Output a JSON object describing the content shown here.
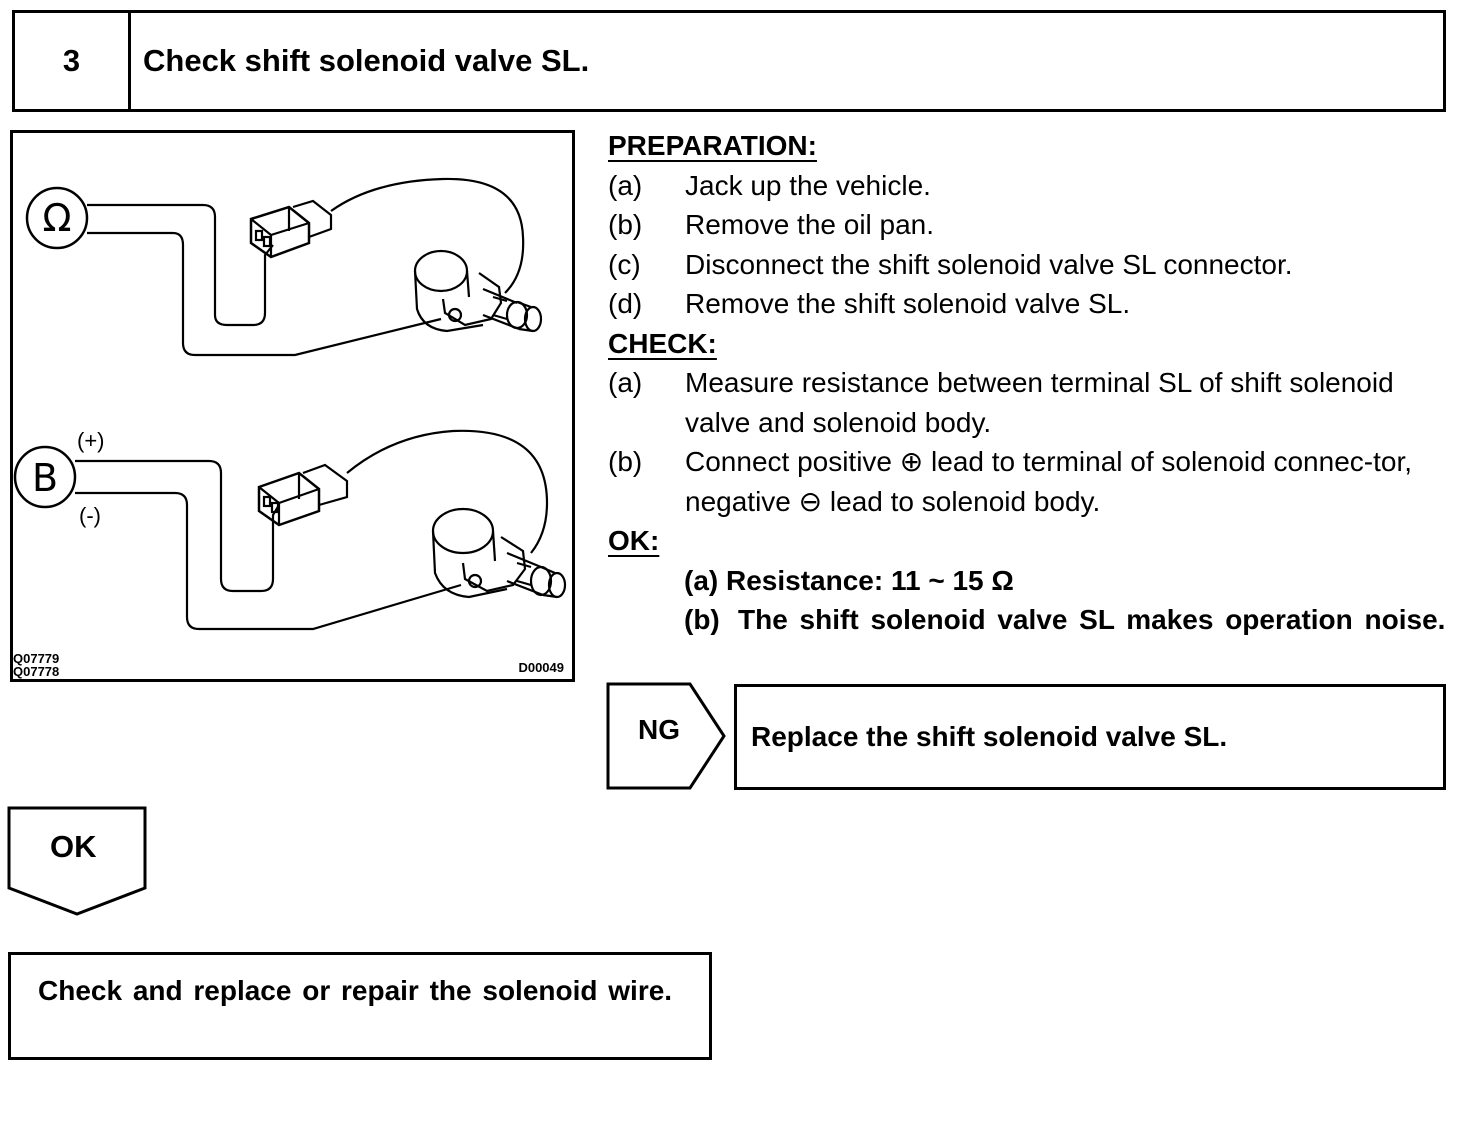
{
  "step": {
    "number": "3",
    "title": "Check shift solenoid valve SL."
  },
  "figure": {
    "ohmmeter_symbol": "Ω",
    "battery_symbol": "B",
    "positive_label": "(+)",
    "negative_label": "(-)",
    "code_top": "Q07779",
    "code_bottom": "Q07778",
    "code_right": "D00049",
    "icons": [
      "ohmmeter-icon",
      "battery-icon",
      "connector-icon",
      "solenoid-valve-icon"
    ]
  },
  "preparation": {
    "heading": "PREPARATION:",
    "items": [
      {
        "label": "(a)",
        "text": "Jack up the vehicle."
      },
      {
        "label": "(b)",
        "text": "Remove the oil pan."
      },
      {
        "label": "(c)",
        "text": "Disconnect the shift solenoid valve SL connector."
      },
      {
        "label": "(d)",
        "text": "Remove the shift solenoid valve SL."
      }
    ]
  },
  "check": {
    "heading": "CHECK:",
    "items": [
      {
        "label": "(a)",
        "text": "Measure resistance between terminal SL of shift solenoid valve and solenoid body."
      },
      {
        "label": "(b)",
        "text_before": "Connect positive",
        "pos_symbol": "⊕",
        "text_mid": "lead to terminal of solenoid connec-tor, negative",
        "neg_symbol": "⊖",
        "text_after": "lead to solenoid body."
      }
    ]
  },
  "ok": {
    "heading": "OK:",
    "a": "(a) Resistance: 11 ~ 15 Ω",
    "b_label": "(b)",
    "b_text": "The shift solenoid valve SL makes operation noise."
  },
  "ng": {
    "label": "NG",
    "action": "Replace the shift solenoid valve SL."
  },
  "ok_flow": {
    "label": "OK",
    "action": "Check and replace or repair the solenoid wire."
  }
}
